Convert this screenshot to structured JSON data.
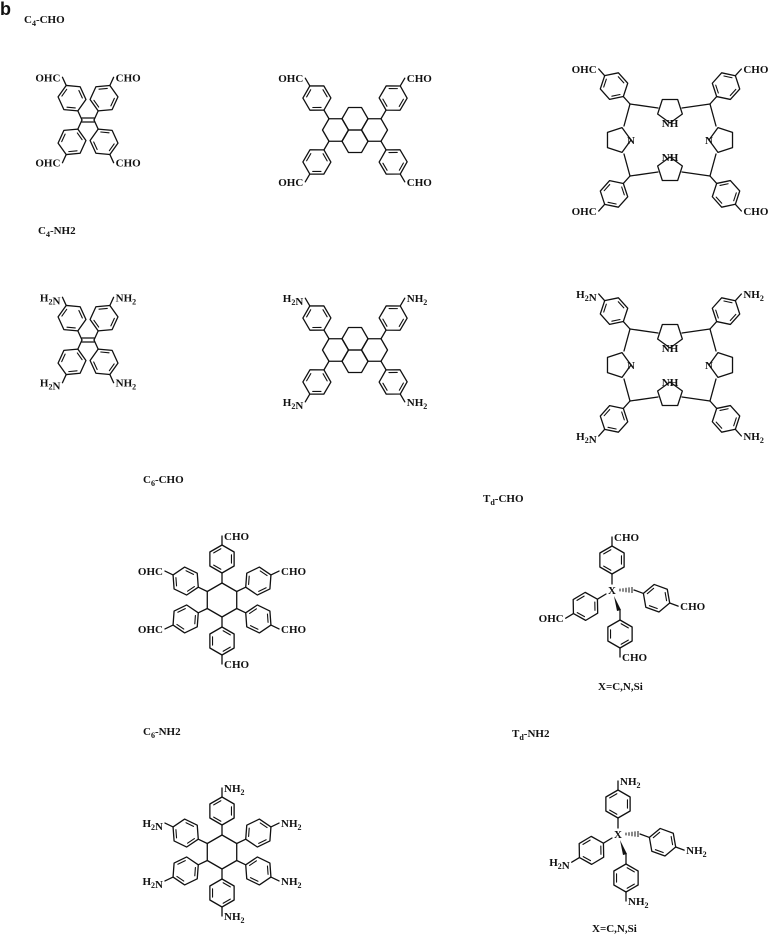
{
  "panel": {
    "letter": "b"
  },
  "headings": {
    "c4_cho": "C4-CHO",
    "c4_nh2": "C4-NH2",
    "c6_cho": "C6-CHO",
    "td_cho": "Td-CHO",
    "c6_nh2": "C6-NH2",
    "td_nh2": "Td-NH2"
  },
  "groups": {
    "aldehyde": "CHO",
    "aldehyde_left": "OHC",
    "amine": "NH2",
    "amine_left": "H2N"
  },
  "atoms": {
    "pyrrole_nh": "NH",
    "imine_n": "N",
    "center_x": "X",
    "h": "H"
  },
  "notes": {
    "x_options": "X=C,N,Si"
  }
}
